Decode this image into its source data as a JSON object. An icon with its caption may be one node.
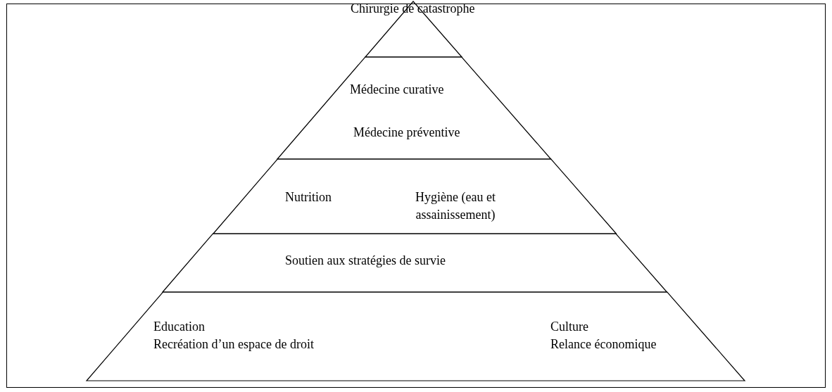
{
  "diagram": {
    "nodes": [
      {
        "text": [
          "Chirurgie de catastrophe"
        ]
      },
      {
        "text": [
          "Médecine curative",
          "Médecine préventive"
        ]
      },
      {
        "text": [
          "Nutrition",
          "Hygiène (eau et assainissement)"
        ]
      },
      {
        "text": [
          "Soutien aux stratégies de survie"
        ]
      },
      {
        "text": [
          "Education",
          "Recréation d’un espace de droit",
          "Culture",
          "Relance économique"
        ]
      }
    ]
  }
}
